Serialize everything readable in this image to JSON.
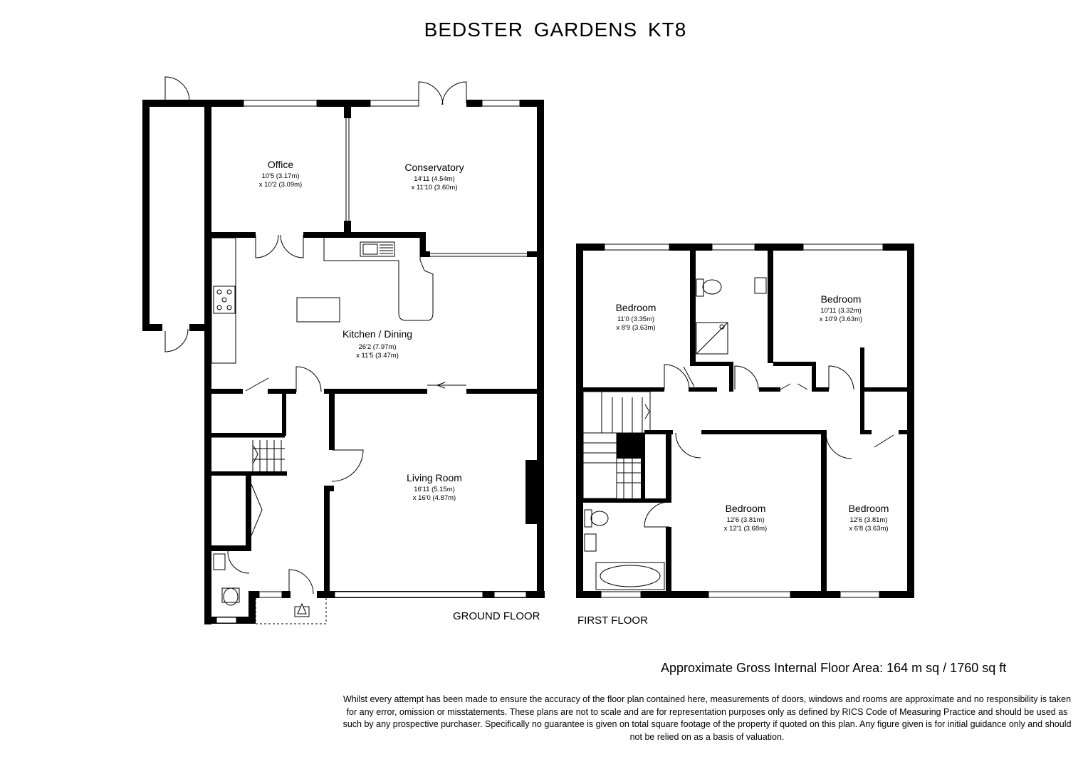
{
  "title": "BEDSTER  GARDENS  KT8",
  "ground_floor": {
    "label": "GROUND FLOOR",
    "rooms": [
      {
        "name": "Office",
        "dim1": "10'5 (3.17m)",
        "dim2": "x 10'2 (3.09m)"
      },
      {
        "name": "Conservatory",
        "dim1": "14'11 (4.54m)",
        "dim2": "x 11'10 (3.60m)"
      },
      {
        "name": "Kitchen / Dining",
        "dim1": "26'2 (7.97m)",
        "dim2": "x 11'5 (3.47m)"
      },
      {
        "name": "Living Room",
        "dim1": "16'11 (5.15m)",
        "dim2": "x 16'0 (4.87m)"
      }
    ]
  },
  "first_floor": {
    "label": "FIRST FLOOR",
    "rooms": [
      {
        "name": "Bedroom",
        "dim1": "11'0 (3.35m)",
        "dim2": "x 8'9 (3.63m)"
      },
      {
        "name": "Bedroom",
        "dim1": "10'11 (3.32m)",
        "dim2": "x 10'9 (3.63m)"
      },
      {
        "name": "Bedroom",
        "dim1": "12'6 (3.81m)",
        "dim2": "x 12'1 (3.68m)"
      },
      {
        "name": "Bedroom",
        "dim1": "12'6 (3.81m)",
        "dim2": "x 6'8 (3.63m)"
      }
    ]
  },
  "area": "Approximate Gross Internal Floor Area:  164 m sq / 1760 sq ft",
  "disclaimer": "Whilst every attempt has been made to ensure the accuracy of the floor plan contained here, measurements of doors, windows and rooms are approximate and no responsibility is taken for any error, omission or misstatements. These plans are not to scale and are for representation purposes only as defined by RICS Code of Measuring Practice and should be used as such by any prospective purchaser. Specifically no guarantee is given on total square footage of the property if quoted on this plan. Any figure given is for initial guidance only and should not be relied on as a basis of valuation."
}
